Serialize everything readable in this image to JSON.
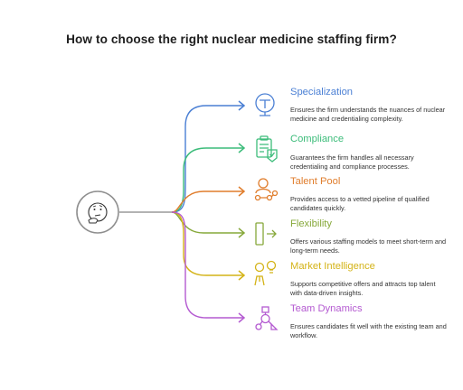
{
  "title": "How to choose the right nuclear medicine staffing firm?",
  "items": [
    {
      "title": "Specialization",
      "desc": "Ensures the firm understands the nuances of nuclear medicine and credentialing complexity.",
      "color": "#4a7fd4",
      "icon": "magnifier-icon"
    },
    {
      "title": "Compliance",
      "desc": "Guarantees the firm handles all necessary credentialing and compliance processes.",
      "color": "#3cbc7a",
      "icon": "checklist-icon"
    },
    {
      "title": "Talent Pool",
      "desc": "Provides access to a vetted pipeline of qualified candidates quickly.",
      "color": "#e07d2c",
      "icon": "candidates-network-icon"
    },
    {
      "title": "Flexibility",
      "desc": "Offers various staffing models to meet short-term and long-term needs.",
      "color": "#86a83a",
      "icon": "flexible-bar-icon"
    },
    {
      "title": "Market Intelligence",
      "desc": "Supports competitive offers and attracts top talent with data-driven insights.",
      "color": "#d4b317",
      "icon": "insight-people-icon"
    },
    {
      "title": "Team Dynamics",
      "desc": "Ensures candidates fit well with the existing team and workflow.",
      "color": "#b45ad1",
      "icon": "team-network-icon"
    }
  ],
  "center_icon": "thinking-face-icon"
}
